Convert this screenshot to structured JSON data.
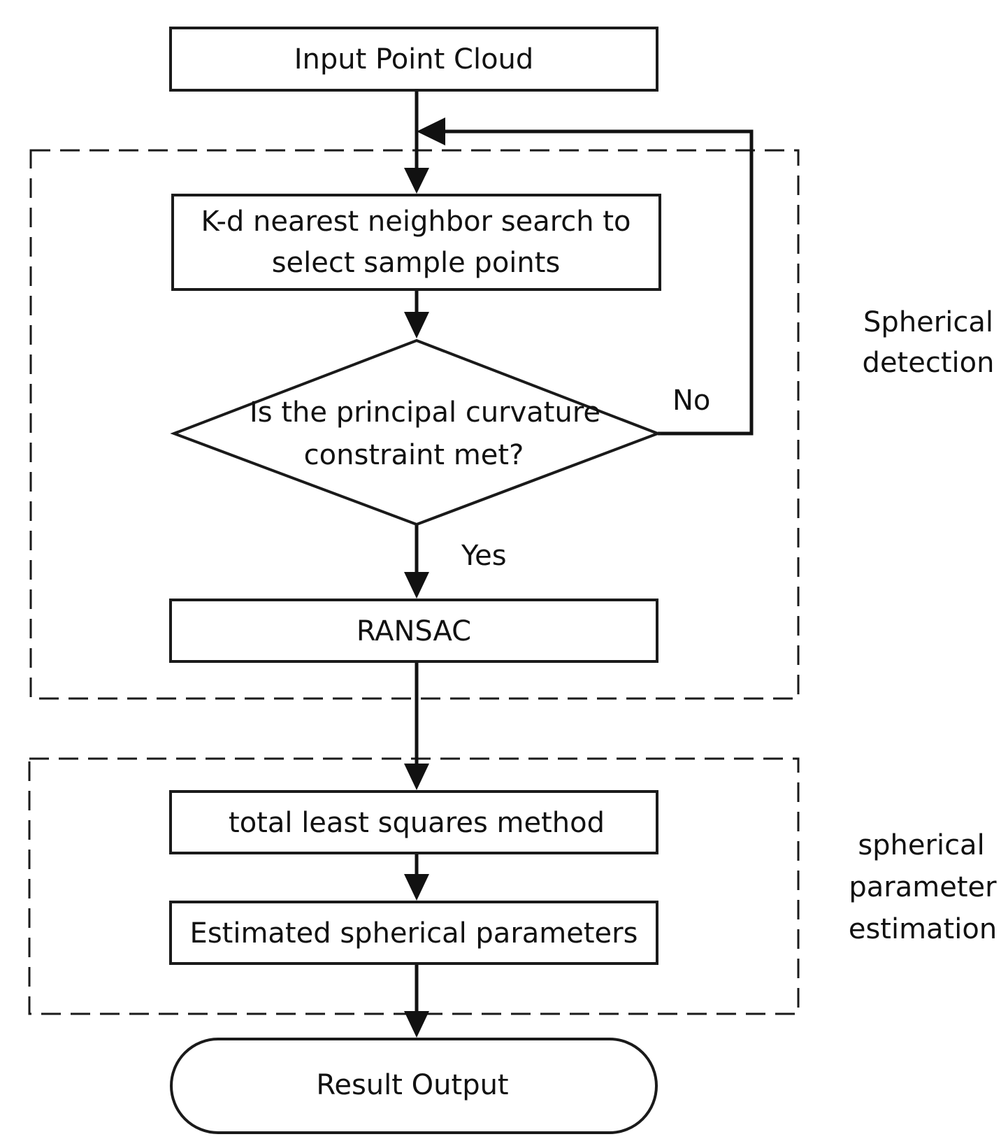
{
  "nodes": {
    "input": "Input Point Cloud",
    "knn_line1": "K-d nearest neighbor search to",
    "knn_line2": "select sample points",
    "decision_line1": "Is the principal curvature",
    "decision_line2": "constraint met?",
    "ransac": "RANSAC",
    "tls": "total least squares method",
    "estimated": "Estimated spherical parameters",
    "result": "Result Output"
  },
  "edge_labels": {
    "no": "No",
    "yes": "Yes"
  },
  "groups": {
    "detection_line1": "Spherical",
    "detection_line2": "detection",
    "estimation_line1": "spherical",
    "estimation_line2": "parameter",
    "estimation_line3": "estimation"
  }
}
